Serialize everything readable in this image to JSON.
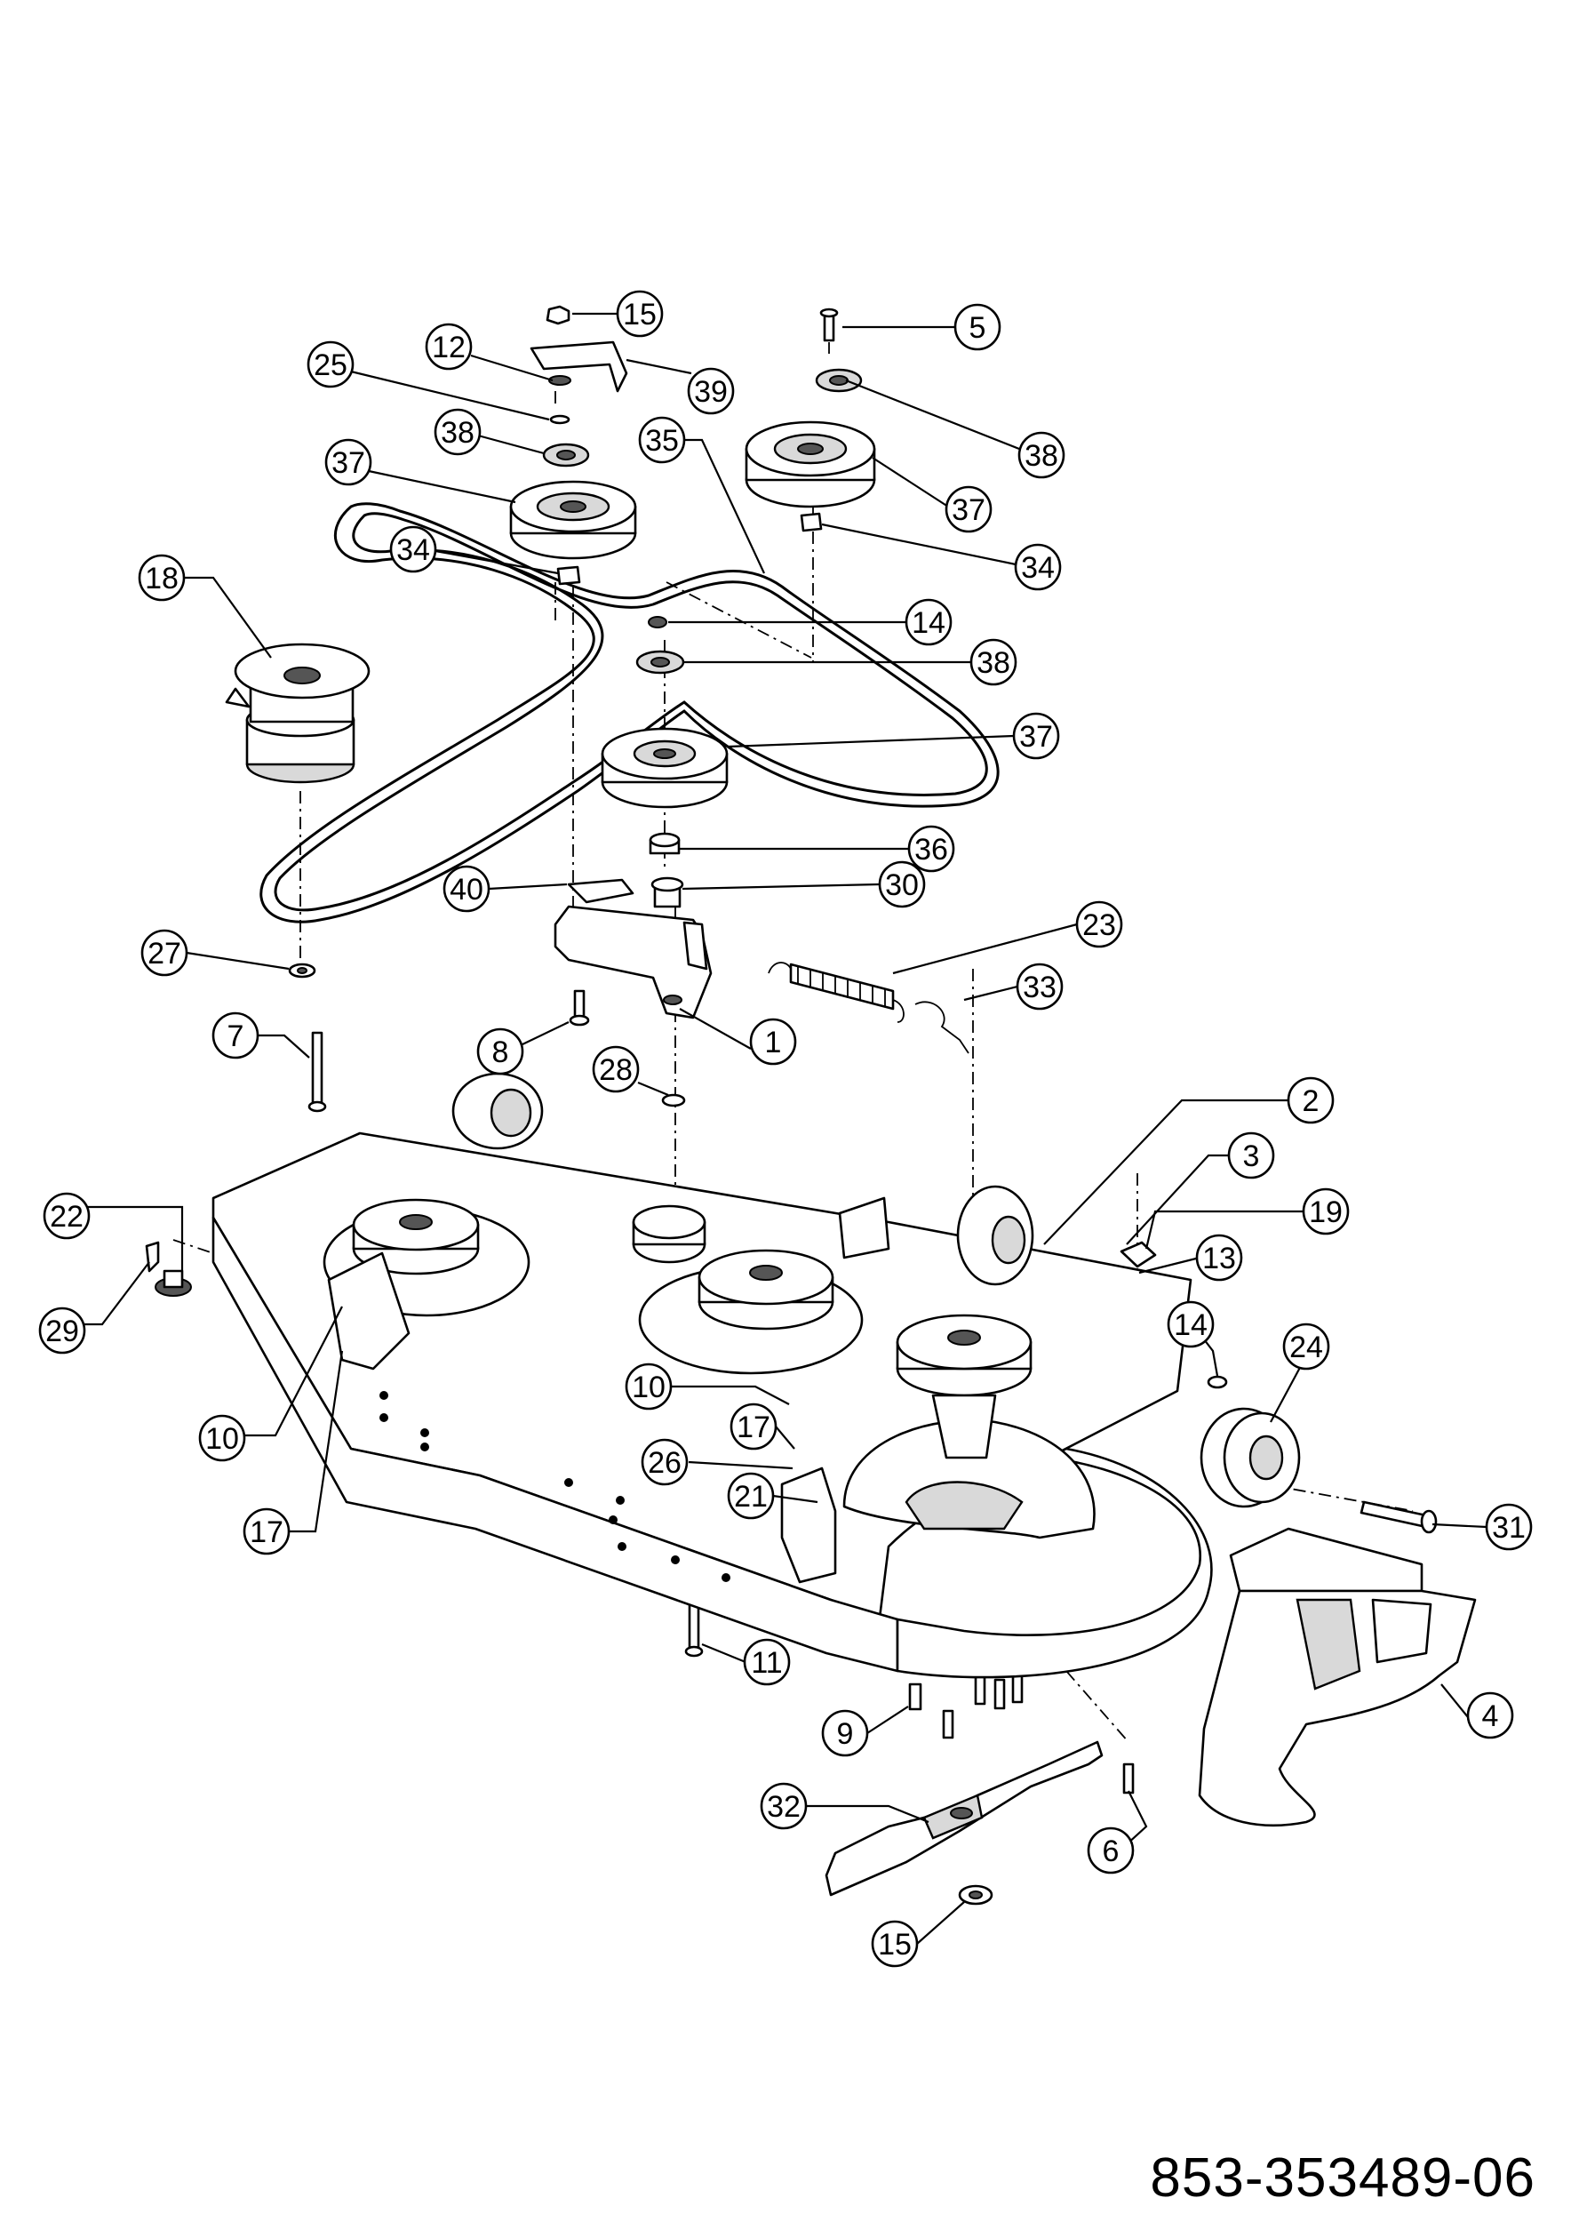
{
  "document": {
    "part_number": "853-353489-06"
  },
  "callouts": [
    {
      "id": "c15a",
      "label": "15"
    },
    {
      "id": "c12",
      "label": "12"
    },
    {
      "id": "c25",
      "label": "25"
    },
    {
      "id": "c38a",
      "label": "38"
    },
    {
      "id": "c37a",
      "label": "37"
    },
    {
      "id": "c35",
      "label": "35"
    },
    {
      "id": "c39",
      "label": "39"
    },
    {
      "id": "c5",
      "label": "5"
    },
    {
      "id": "c38b",
      "label": "38"
    },
    {
      "id": "c37b",
      "label": "37"
    },
    {
      "id": "c34a",
      "label": "34"
    },
    {
      "id": "c34b",
      "label": "34"
    },
    {
      "id": "c18",
      "label": "18"
    },
    {
      "id": "c14a",
      "label": "14"
    },
    {
      "id": "c38c",
      "label": "38"
    },
    {
      "id": "c37c",
      "label": "37"
    },
    {
      "id": "c36",
      "label": "36"
    },
    {
      "id": "c40",
      "label": "40"
    },
    {
      "id": "c30",
      "label": "30"
    },
    {
      "id": "c23",
      "label": "23"
    },
    {
      "id": "c27",
      "label": "27"
    },
    {
      "id": "c33",
      "label": "33"
    },
    {
      "id": "c7",
      "label": "7"
    },
    {
      "id": "c1",
      "label": "1"
    },
    {
      "id": "c8",
      "label": "8"
    },
    {
      "id": "c28",
      "label": "28"
    },
    {
      "id": "c2",
      "label": "2"
    },
    {
      "id": "c3",
      "label": "3"
    },
    {
      "id": "c19",
      "label": "19"
    },
    {
      "id": "c22",
      "label": "22"
    },
    {
      "id": "c13",
      "label": "13"
    },
    {
      "id": "c14b",
      "label": "14"
    },
    {
      "id": "c24",
      "label": "24"
    },
    {
      "id": "c29",
      "label": "29"
    },
    {
      "id": "c10a",
      "label": "10"
    },
    {
      "id": "c10b",
      "label": "10"
    },
    {
      "id": "c17a",
      "label": "17"
    },
    {
      "id": "c26",
      "label": "26"
    },
    {
      "id": "c21",
      "label": "21"
    },
    {
      "id": "c17b",
      "label": "17"
    },
    {
      "id": "c31",
      "label": "31"
    },
    {
      "id": "c11",
      "label": "11"
    },
    {
      "id": "c4",
      "label": "4"
    },
    {
      "id": "c9",
      "label": "9"
    },
    {
      "id": "c32",
      "label": "32"
    },
    {
      "id": "c6",
      "label": "6"
    },
    {
      "id": "c15b",
      "label": "15"
    }
  ]
}
